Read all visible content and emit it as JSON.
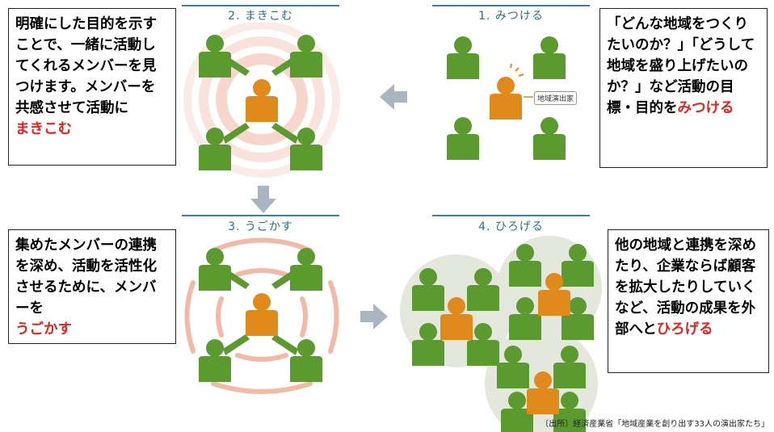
{
  "stages": {
    "s1": "1. みつける",
    "s2": "2. まきこむ",
    "s3": "3. うごかす",
    "s4": "4. ひろげる"
  },
  "badge": "地域演出家",
  "boxes": {
    "b1": {
      "text": "「どんな地域をつくりたいのか？」「どうして地域を盛り上げたいのか？」など活動の目標・目的を",
      "hl": "みつける"
    },
    "b2": {
      "text": "明確にした目的を示すことで、一緒に活動してくれるメンバーを見つけます。メンバーを共感させて活動に",
      "hl": "まきこむ"
    },
    "b3": {
      "text": "集めたメンバーの連携を深め、活動を活性化させるために、メンバーを",
      "hl": "うごかす"
    },
    "b4": {
      "text": "他の地域と連携を深めたり、企業ならば顧客を拡大したりしていくなど、活動の成果を外部へと",
      "hl": "ひろげる"
    }
  },
  "source": "〔出所〕経済産業省「地域産業を創り出す33人の演出家たち」",
  "colors": {
    "green": "#5a9a2e",
    "orange": "#e08a1b",
    "arrow": "#a9b5c1",
    "red": "#e8231a",
    "ring": "#f3c6b7"
  }
}
